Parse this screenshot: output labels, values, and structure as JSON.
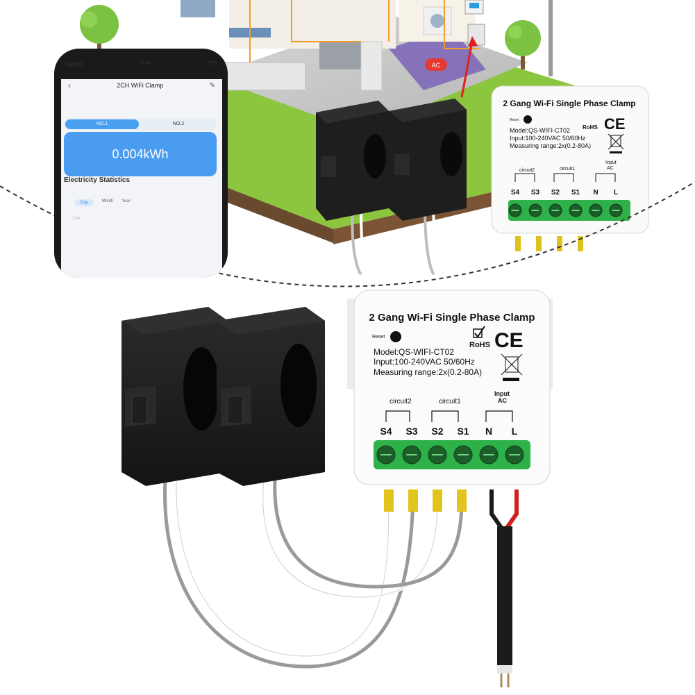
{
  "phone": {
    "status_carrier": "中国移动",
    "status_time": "10:41",
    "status_battery": "60%",
    "title": "2CH WiFi Clamp",
    "back_icon": "chevron-left-icon",
    "edit_icon": "pencil-icon",
    "tabs": [
      "NO.1",
      "NO.2"
    ],
    "energy_value": "0.004kWh",
    "section_title": "Electricity Statistics",
    "period_options": [
      "Day",
      "Month",
      "Year"
    ],
    "axis_value": "2.00"
  },
  "module_small": {
    "title": "2 Gang Wi-Fi Single Phase Clamp",
    "reset_label": "Reset",
    "model": "Model:QS-WIFI-CT02",
    "input": "Input:100-240VAC 50/60Hz",
    "range": "Measuring range:2x(0.2-80A)",
    "rohs": "RoHS",
    "ce": "CE",
    "circuit2": "circuit2",
    "circuit1": "circuit1",
    "input_ac": "Input",
    "input_ac2": "AC",
    "terminals": [
      "S4",
      "S3",
      "S2",
      "S1",
      "N",
      "L"
    ]
  },
  "module_large": {
    "title": "2 Gang Wi-Fi Single Phase Clamp",
    "reset_label": "Reset",
    "model": "Model:QS-WIFI-CT02",
    "input": "Input:100-240VAC 50/60Hz",
    "range": "Measuring range:2x(0.2-80A)",
    "rohs": "RoHS",
    "ce": "CE",
    "circuit2": "circuit2",
    "circuit1": "circuit1",
    "input_ac": "Input",
    "input_ac2": "AC",
    "terminals": [
      "S4",
      "S3",
      "S2",
      "S1",
      "N",
      "L"
    ]
  },
  "house": {
    "ac_label": "AC"
  },
  "colors": {
    "terminal_green": "#2fb14a",
    "clamp_black": "#1c1c1c",
    "lawn_green": "#8cc63f",
    "phone_blue": "#4a9cf0"
  }
}
